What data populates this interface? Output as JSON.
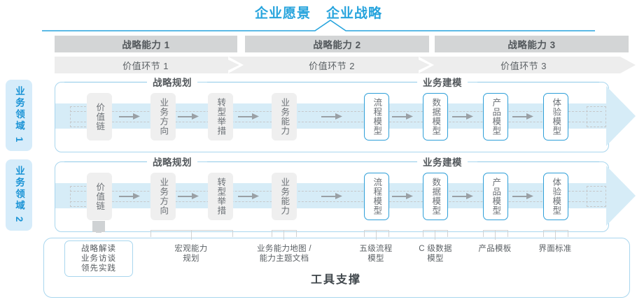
{
  "title": {
    "vision": "企业愿景",
    "strategy": "企业战略"
  },
  "capabilities": [
    {
      "label": "战略能力 1"
    },
    {
      "label": "战略能力 2"
    },
    {
      "label": "战略能力 3"
    }
  ],
  "value_links": [
    {
      "label": "价值环节 1"
    },
    {
      "label": "价值环节 2"
    },
    {
      "label": "价值环节 3"
    }
  ],
  "domains": [
    {
      "label": "业务领域 1"
    },
    {
      "label": "业务领域 2"
    }
  ],
  "sections": [
    {
      "label": "战略规划"
    },
    {
      "label": "业务建模"
    }
  ],
  "nodes": [
    {
      "label": "价值链",
      "style": "grey"
    },
    {
      "label": "业务方向",
      "style": "grey"
    },
    {
      "label": "转型举措",
      "style": "grey"
    },
    {
      "label": "业务能力",
      "style": "grey"
    },
    {
      "label": "流程模型",
      "style": "blue"
    },
    {
      "label": "数据模型",
      "style": "blue"
    },
    {
      "label": "产品模型",
      "style": "blue"
    },
    {
      "label": "体验模型",
      "style": "blue"
    }
  ],
  "tool_support": {
    "title": "工具支撑",
    "notes": [
      {
        "label": "战略解读\n业务访谈\n领先实践",
        "boxed": true
      },
      {
        "label": "宏观能力\n规划",
        "boxed": false
      },
      {
        "label": "业务能力地图 /\n能力主题文档",
        "boxed": false
      },
      {
        "label": "五级流程\n模型",
        "boxed": false
      },
      {
        "label": "C 级数据\n模型",
        "boxed": false
      },
      {
        "label": "产品模板",
        "boxed": false
      },
      {
        "label": "界面标准",
        "boxed": false
      }
    ]
  },
  "colors": {
    "accent_blue": "#27a4dd",
    "border_blue": "#a9d6ee",
    "node_blue": "#2f9fd8",
    "cap_bar_grey": "#d3d5d6",
    "value_bar_grey": "#ededed",
    "band_blue": "#f2f9fd",
    "arrow_blue": "#d6ecf7",
    "side_label_bg": "#d6ecfa",
    "text_dark": "#53585c"
  }
}
